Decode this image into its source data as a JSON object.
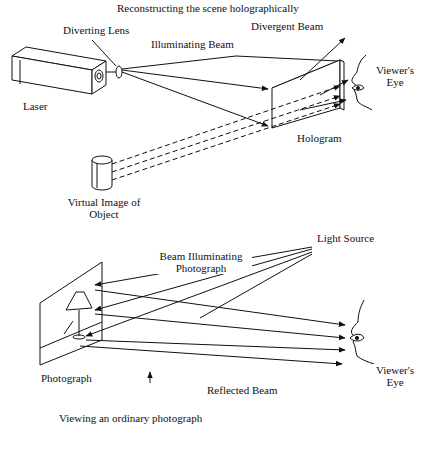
{
  "diagram": {
    "labels": [
      "Reconstructing the scene holographically",
      "Diverting Lens",
      "Illuminating Beam",
      "Divergent Beam",
      "Laser",
      "Viewer's Eye",
      "Hologram",
      "Virtual Image of Object",
      "Beam Illuminating Photograph",
      "Light Source",
      "Photograph",
      "Reflected Beam",
      "Viewer's Eye",
      "Viewing an ordinary photograph"
    ]
  }
}
